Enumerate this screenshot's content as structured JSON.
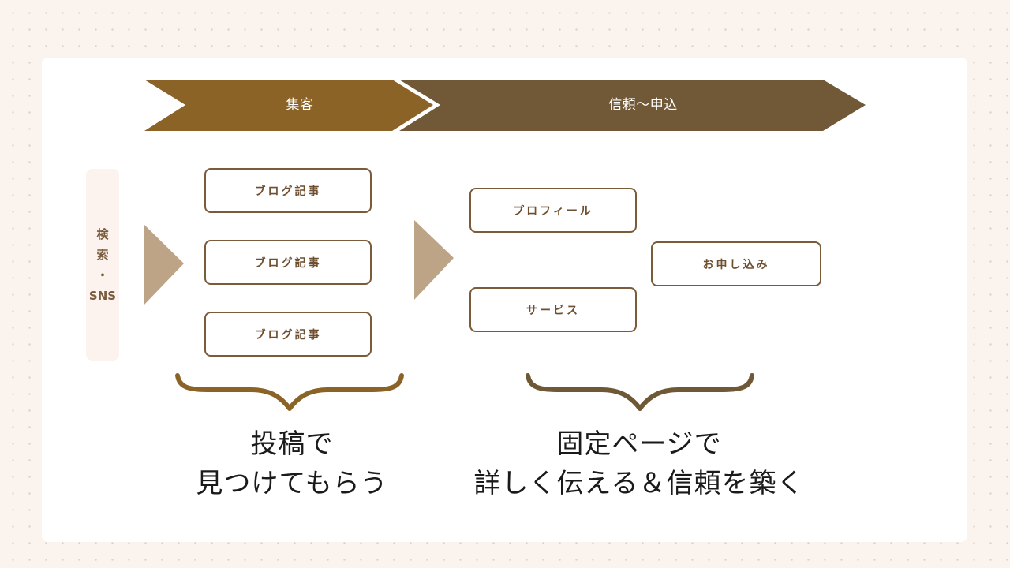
{
  "phases": {
    "acquisition": "集客",
    "trust": "信頼〜申込"
  },
  "source": {
    "label": "検\n索\n・\nSNS"
  },
  "posts": [
    {
      "label": "ブログ記事"
    },
    {
      "label": "ブログ記事"
    },
    {
      "label": "ブログ記事"
    }
  ],
  "pages": {
    "profile": "プロフィール",
    "service": "サービス",
    "apply": "お申し込み"
  },
  "captions": {
    "left": "投稿で\n見つけてもらう",
    "right": "固定ページで\n詳しく伝える＆信頼を築く"
  },
  "colors": {
    "page_background": "#fbf4ee",
    "card": "#ffffff",
    "acquisition_arrow": "#8b6327",
    "trust_arrow": "#715937",
    "flow_triangle": "#bea487",
    "box_border": "#7b5c3a",
    "left_brace": "#8b6327",
    "right_brace": "#6e5836"
  }
}
